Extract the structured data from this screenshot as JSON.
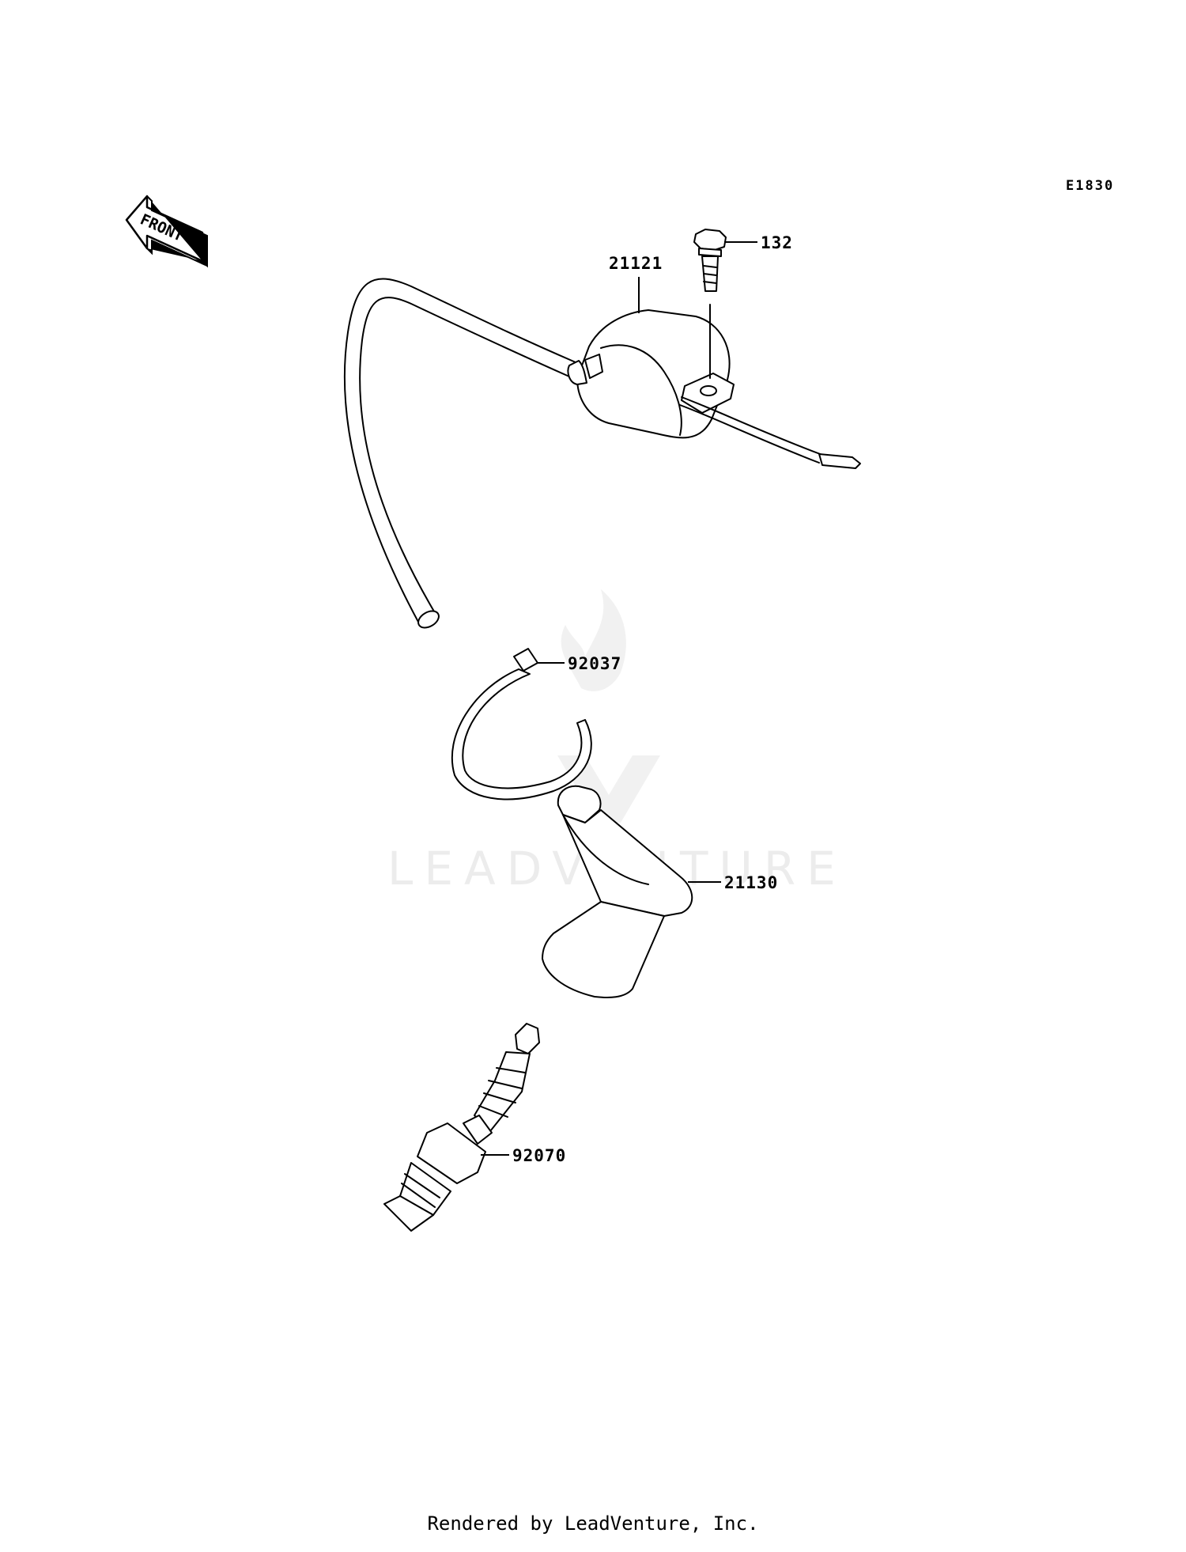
{
  "diagram_code": "E1830",
  "front_marker": "FRONT",
  "watermark": "LEADVENTURE",
  "callouts": {
    "bolt": "132",
    "ignition_coil": "21121",
    "cable_tie": "92037",
    "spark_plug_cap": "21130",
    "spark_plug": "92070"
  },
  "footer": "Rendered by LeadVenture, Inc."
}
